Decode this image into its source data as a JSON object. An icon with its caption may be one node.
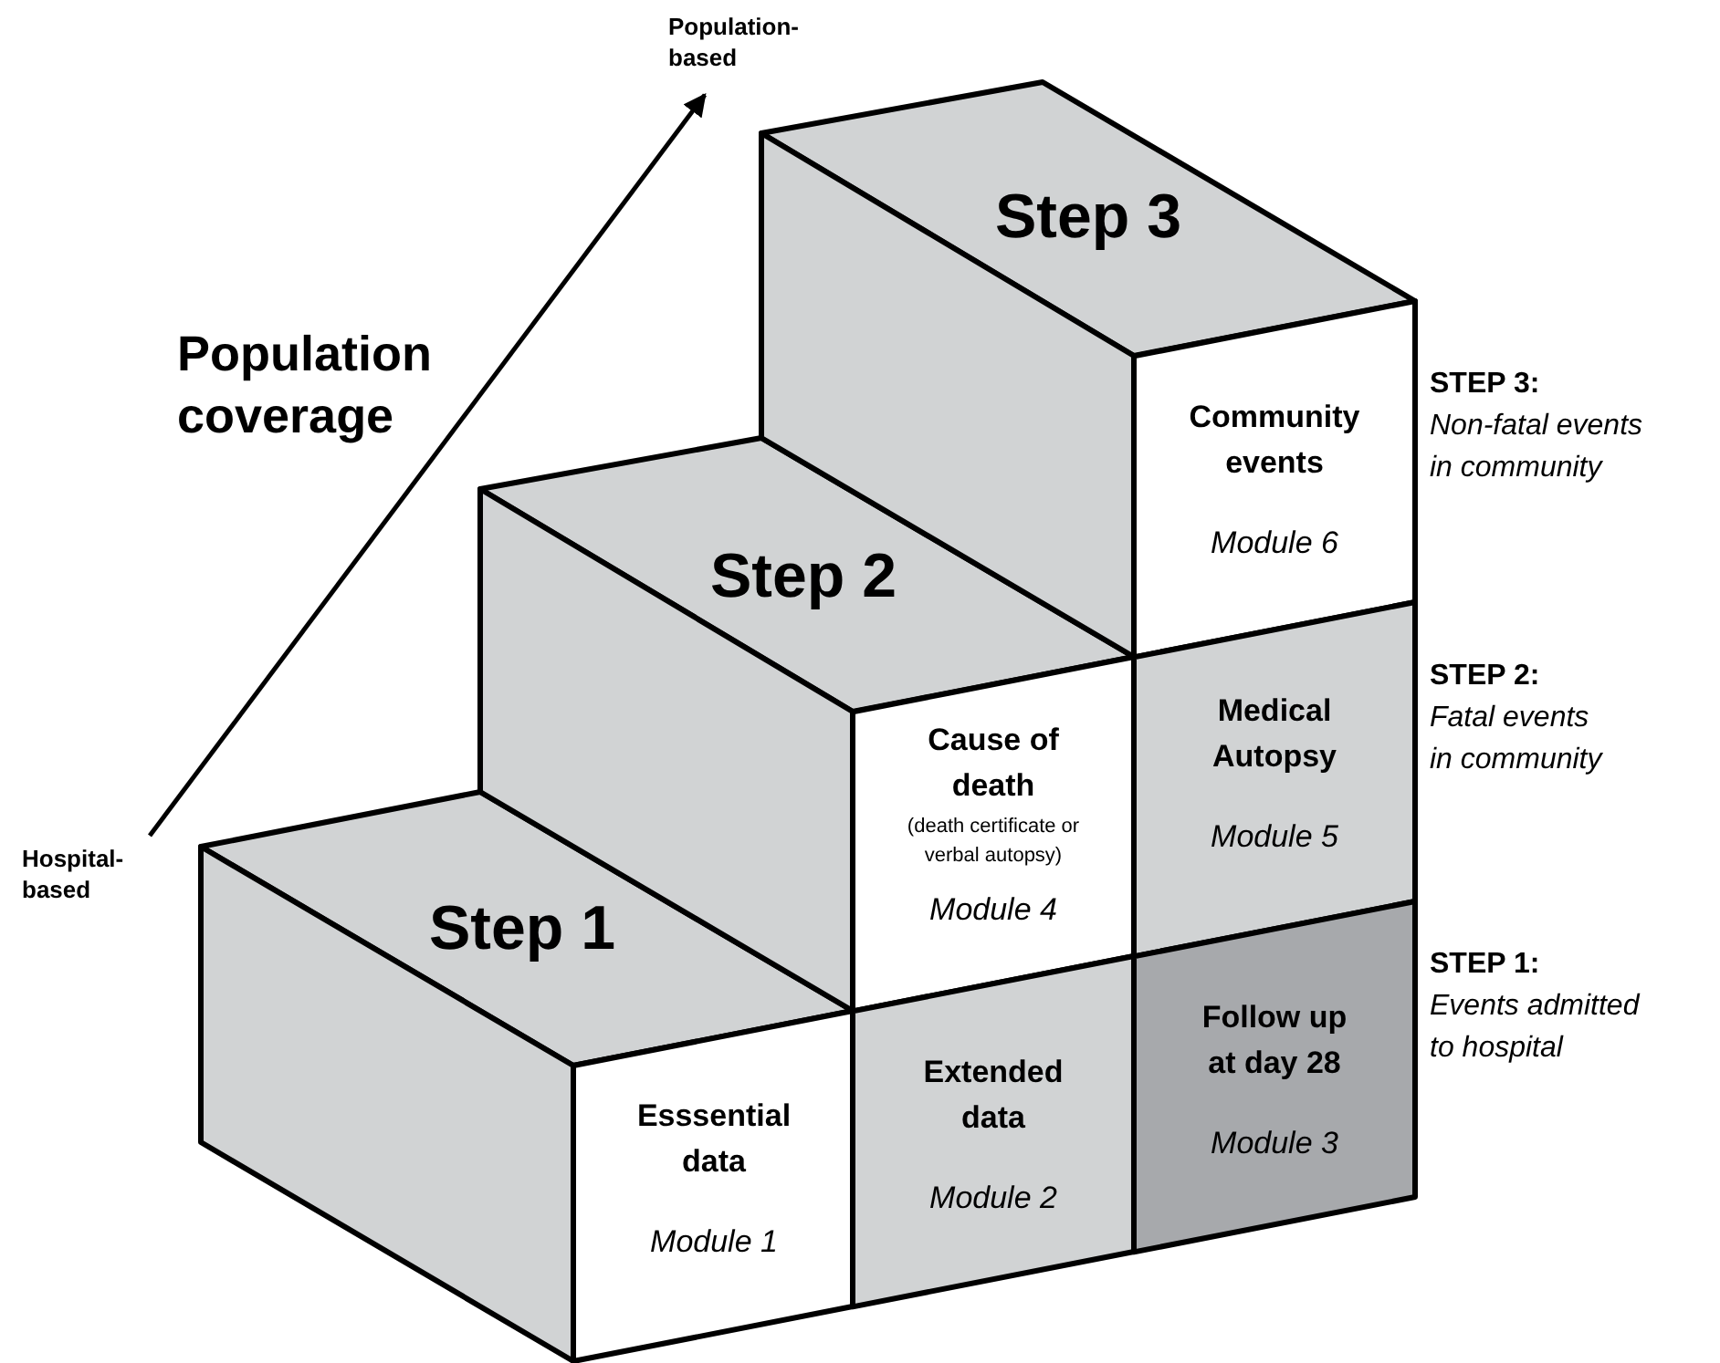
{
  "diagram": {
    "nodes": [
      {
        "text": [
          "Population-based"
        ]
      },
      {
        "text": [
          "Hospital-based"
        ]
      },
      {
        "text": [
          "Step 3"
        ]
      },
      {
        "text": [
          "Step 2"
        ]
      },
      {
        "text": [
          "Step 1"
        ]
      },
      {
        "text": [
          "Community events",
          "Module 6"
        ]
      },
      {
        "text": [
          "Cause of death",
          "(death certificate or verbal autopsy)",
          "Module 4"
        ]
      },
      {
        "text": [
          "Medical Autopsy",
          "Module 5"
        ]
      },
      {
        "text": [
          "Esssential data",
          "Module 1"
        ]
      },
      {
        "text": [
          "Extended data",
          "Module 2"
        ]
      },
      {
        "text": [
          "Follow up at day 28",
          "Module 3"
        ]
      },
      {
        "text": [],
        "shape": "box"
      },
      {
        "text": [],
        "shape": "box"
      },
      {
        "text": [],
        "shape": "box"
      }
    ],
    "edges": [
      {
        "from": 1,
        "to": 0,
        "arrow": "to"
      }
    ],
    "labels": [
      "Population coverage",
      "STEP 3:",
      "Non-fatal events in community",
      "STEP 2:",
      "Fatal events in community",
      "STEP 1:",
      "Events admitted to hospital"
    ]
  }
}
